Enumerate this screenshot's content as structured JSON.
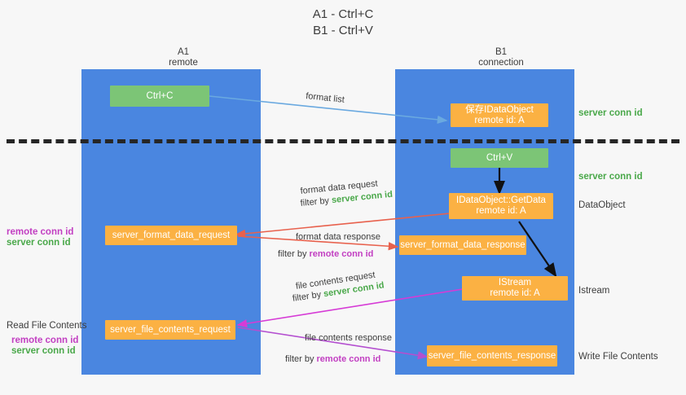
{
  "title": {
    "line1": "A1 - Ctrl+C",
    "line2": "B1 - Ctrl+V"
  },
  "colors": {
    "lane": "#4a86e0",
    "green_node": "#7cc576",
    "orange_node": "#fbb143",
    "server_conn_id": "#4aa84a",
    "remote_conn_id": "#c23fc2",
    "arrow_blue": "#6aa9e0",
    "arrow_red": "#e8614d",
    "arrow_magenta": "#d63bd6",
    "arrow_purple": "#b44fd0",
    "arrow_black": "#000000",
    "divider": "#262626",
    "background": "#f7f7f7"
  },
  "columns": [
    {
      "name": "A1",
      "sub": "remote"
    },
    {
      "name": "B1",
      "sub": "connection"
    }
  ],
  "nodes": {
    "ctrl_c": {
      "label": "Ctrl+C"
    },
    "ctrl_v": {
      "label": "Ctrl+V"
    },
    "idataobject": {
      "line1": "保存IDataObject",
      "line2": "remote id: A"
    },
    "getdata": {
      "line1": "IDataObject::GetData",
      "line2": "remote id: A"
    },
    "istream": {
      "line1": "IStream",
      "line2": "remote id: A"
    },
    "server_format_data_request": {
      "label": "server_format_data_request"
    },
    "server_format_data_response": {
      "label": "server_format_data_response"
    },
    "server_file_contents_request": {
      "label": "server_file_contents_request"
    },
    "server_file_contents_response": {
      "label": "server_file_contents_response"
    }
  },
  "right_labels": {
    "server_conn_id_top": "server conn id",
    "server_conn_id_mid": "server conn id",
    "dataobject": "DataObject",
    "istream": "Istream",
    "write_file_contents": "Write File Contents"
  },
  "left_labels": {
    "remote_conn_id_1": "remote conn id",
    "server_conn_id_1": "server conn id",
    "read_file_contents": "Read File Contents",
    "remote_conn_id_2": "remote conn id",
    "server_conn_id_2": "server conn id"
  },
  "captions": {
    "format_list": "format list",
    "format_data_request": "format data request",
    "format_data_filter_prefix": "filter by ",
    "format_data_filter_value": "server conn id",
    "format_data_response": "format data response",
    "format_data_response_filter_prefix": "filter by ",
    "format_data_response_filter_value": "remote conn id",
    "file_contents_request": "file contents request",
    "file_contents_filter_prefix": "filter by ",
    "file_contents_filter_value": "server conn id",
    "file_contents_response": "file contents response",
    "file_contents_response_filter_prefix": "filter by ",
    "file_contents_response_filter_value": "remote conn id"
  }
}
